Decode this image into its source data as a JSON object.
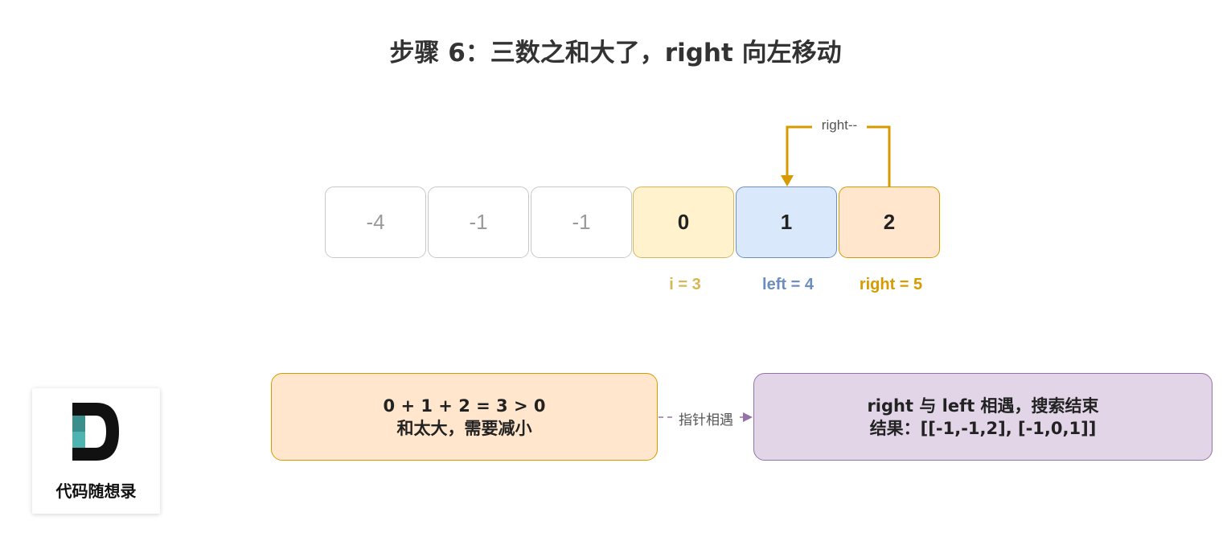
{
  "title": "步骤 6：三数之和大了，right 向左移动",
  "array": {
    "cells": [
      {
        "value": "-4"
      },
      {
        "value": "-1"
      },
      {
        "value": "-1"
      },
      {
        "value": "0"
      },
      {
        "value": "1"
      },
      {
        "value": "2"
      }
    ],
    "highlight_colors": {
      "i_fill": "#fff2cc",
      "i_stroke": "#d6b656",
      "left_fill": "#dae8fc",
      "left_stroke": "#6c8ebf",
      "right_fill": "#ffe6cc",
      "right_stroke": "#d79b00"
    }
  },
  "pointers": {
    "i": {
      "label": "i = 3",
      "color": "#d6b656"
    },
    "left": {
      "label": "left = 4",
      "color": "#6c8ebf"
    },
    "right": {
      "label": "right = 5",
      "color": "#d79b00"
    }
  },
  "move_arrow": {
    "label": "right--",
    "color": "#d79b00"
  },
  "sum_box": {
    "line1": "0 + 1 + 2 = 3 > 0",
    "line2": "和太大，需要减小"
  },
  "connector": {
    "label": "指针相遇",
    "color": "#9673a6"
  },
  "result_box": {
    "line1": "right 与 left 相遇，搜索结束",
    "line2": "结果：[[-1,-1,2], [-1,0,1]]"
  },
  "logo": {
    "text": "代码随想录",
    "icon": "letter-d-logo-icon",
    "accent": "#4fb3b1"
  }
}
